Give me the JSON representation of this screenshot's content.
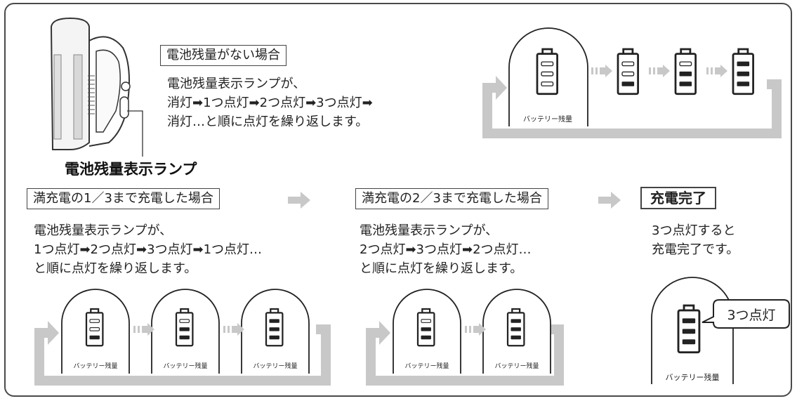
{
  "device_label": "電池残量表示ランプ",
  "no_charge": {
    "title": "電池残量がない場合",
    "lines": [
      "電池残量表示ランプが、",
      "消灯➡1つ点灯➡2つ点灯➡3つ点灯➡",
      "消灯…と順に点灯を繰り返します。"
    ]
  },
  "one_third": {
    "title": "満充電の1／3まで充電した場合",
    "lines": [
      "電池残量表示ランプが、",
      "1つ点灯➡2つ点灯➡3つ点灯➡1つ点灯…",
      "と順に点灯を繰り返します。"
    ]
  },
  "two_thirds": {
    "title": "満充電の2／3まで充電した場合",
    "lines": [
      "電池残量表示ランプが、",
      "2つ点灯➡3つ点灯➡2つ点灯…",
      "と順に点灯を繰り返します。"
    ]
  },
  "complete": {
    "title": "充電完了",
    "lines": [
      "3つ点灯すると",
      "充電完了です。"
    ],
    "callout": "3つ点灯"
  },
  "battery_caption": "バッテリー残量",
  "colors": {
    "gray": "#c8c8c8",
    "dark": "#222222"
  },
  "sequences": {
    "no_charge": [
      0,
      1,
      2,
      3
    ],
    "one_third": [
      1,
      2,
      3
    ],
    "two_thirds": [
      2,
      3
    ],
    "complete": [
      3
    ]
  }
}
